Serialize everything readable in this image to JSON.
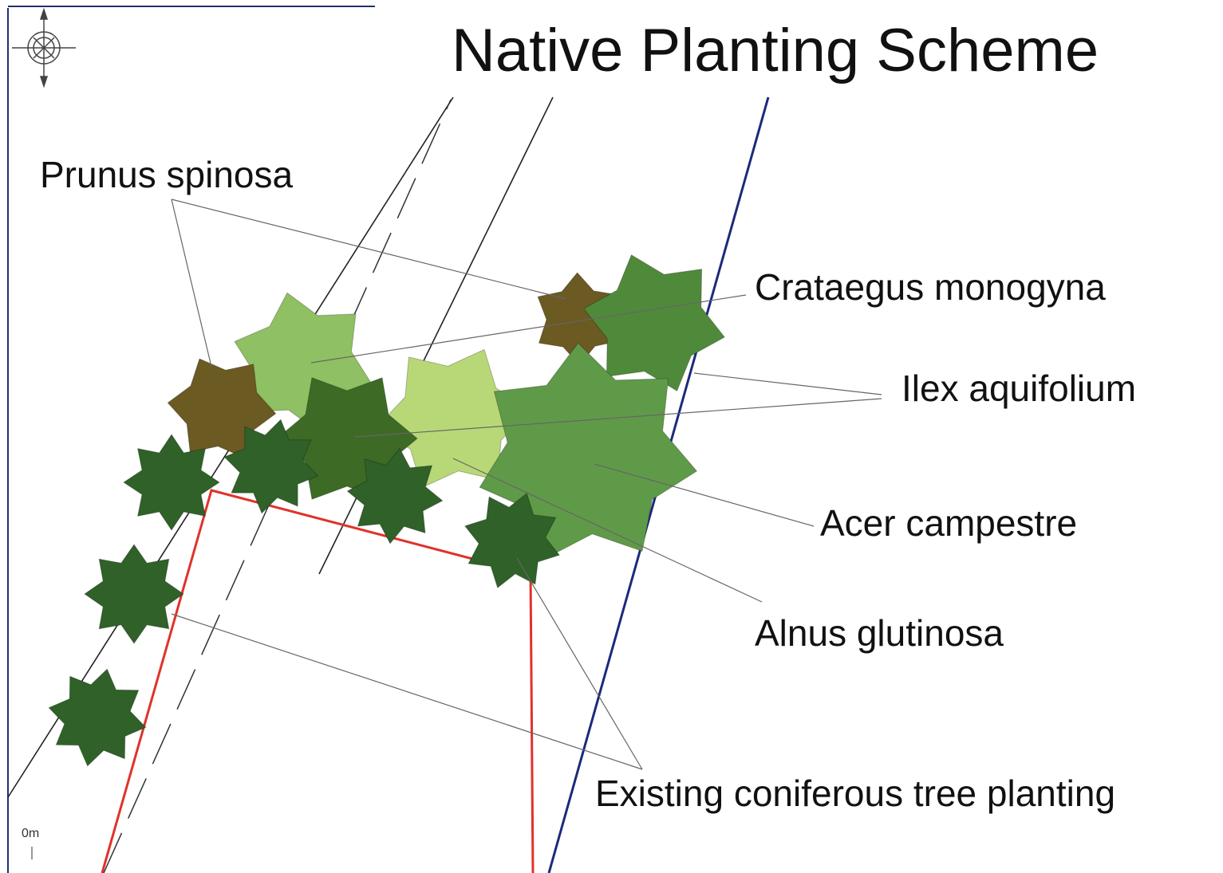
{
  "title": "Native Planting Scheme",
  "labels": {
    "prunus": "Prunus spinosa",
    "crataegus": "Crataegus monogyna",
    "ilex": "Ilex aquifolium",
    "acer": "Acer campestre",
    "alnus": "Alnus glutinosa",
    "conifer": "Existing coniferous tree planting"
  },
  "scale_label": "0m",
  "compass_icon": "compass-rose-icon",
  "colors": {
    "boundary_red": "#e0322b",
    "road_blue": "#1c2a7a",
    "prunus": "#6b5a22",
    "crataegus_light": "#8fc063",
    "crataegus_dark": "#4f8a3a",
    "ilex": "#3d6b26",
    "acer": "#5f9a48",
    "alnus": "#b8d878",
    "conifer": "#2f6128"
  }
}
